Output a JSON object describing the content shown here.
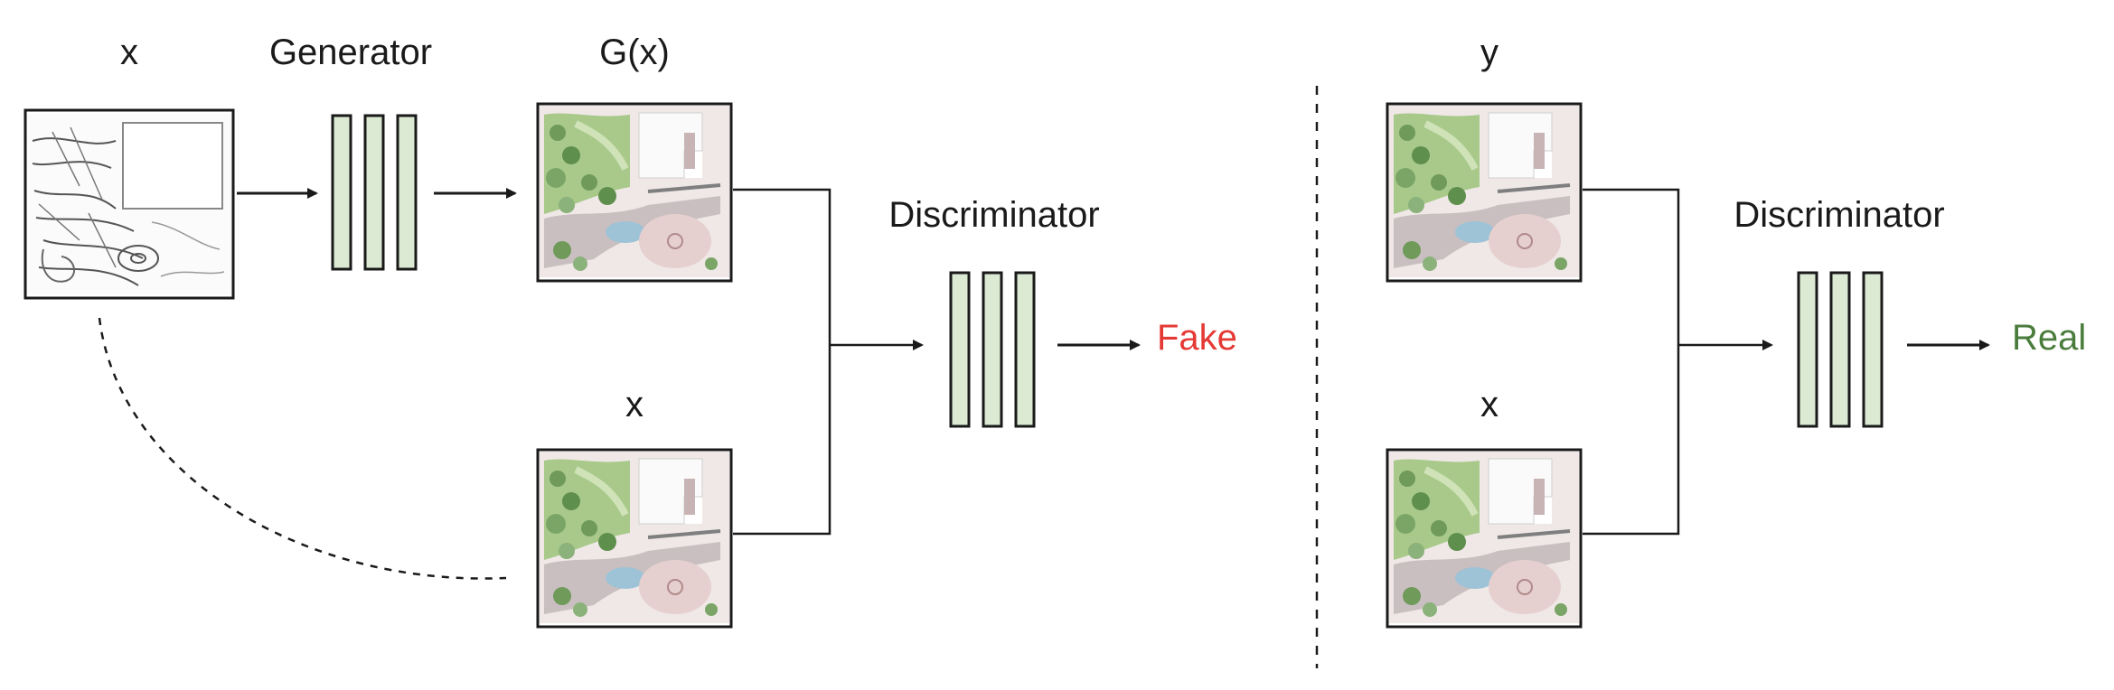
{
  "labels": {
    "x_input": "x",
    "generator": "Generator",
    "gx": "G(x)",
    "x_cond_left": "x",
    "discriminator_left": "Discriminator",
    "fake": "Fake",
    "y": "y",
    "x_cond_right": "x",
    "discriminator_right": "Discriminator",
    "real": "Real"
  },
  "colors": {
    "block_fill": "#dce9d3",
    "fake": "#e53935",
    "real": "#4a7c3c",
    "line": "#1a1a1a"
  },
  "icons": {
    "sketch": "sketch-map-icon",
    "photo": "landscape-plan-photo-icon"
  }
}
